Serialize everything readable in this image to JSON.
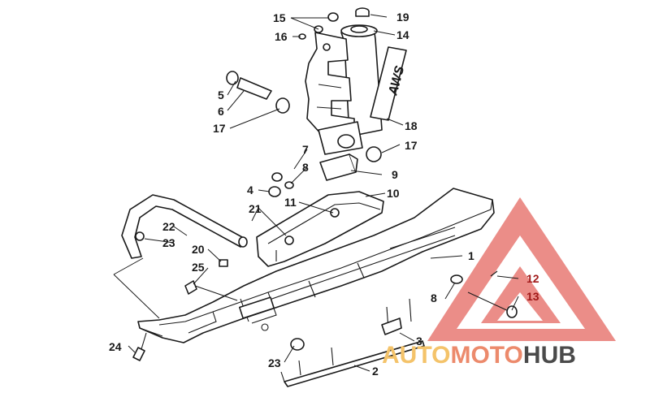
{
  "diagram": {
    "parts": [
      {
        "num": "1"
      },
      {
        "num": "2"
      },
      {
        "num": "3"
      },
      {
        "num": "4"
      },
      {
        "num": "5"
      },
      {
        "num": "6"
      },
      {
        "num": "7"
      },
      {
        "num": "8"
      },
      {
        "num": "9"
      },
      {
        "num": "10"
      },
      {
        "num": "11"
      },
      {
        "num": "12"
      },
      {
        "num": "13"
      },
      {
        "num": "14"
      },
      {
        "num": "15"
      },
      {
        "num": "16"
      },
      {
        "num": "17"
      },
      {
        "num": "18"
      },
      {
        "num": "19"
      },
      {
        "num": "20"
      },
      {
        "num": "21"
      },
      {
        "num": "22"
      },
      {
        "num": "23"
      },
      {
        "num": "24"
      },
      {
        "num": "25"
      }
    ],
    "spindle_logo_text": "AWS"
  },
  "watermark": {
    "part1": "AUTO",
    "part2": "MOTO",
    "part3": "HUB",
    "color_light": "#f4c36a",
    "color_mid": "#ec8a6c",
    "color_dark": "#4a4a4a",
    "triangle_color": "#e87a74"
  }
}
